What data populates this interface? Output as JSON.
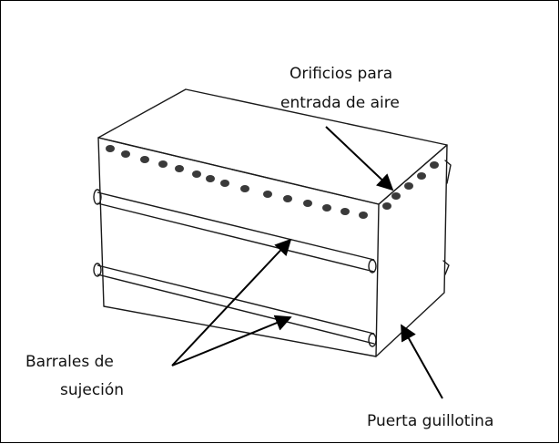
{
  "labels": {
    "air_holes": [
      "Orificios para",
      "entrada de aire"
    ],
    "bars": [
      "Barrales de",
      "sujeción"
    ],
    "door": "Puerta guillotina"
  },
  "colors": {
    "ink": "#1a1a1a",
    "hole": "#3a3a3a"
  }
}
